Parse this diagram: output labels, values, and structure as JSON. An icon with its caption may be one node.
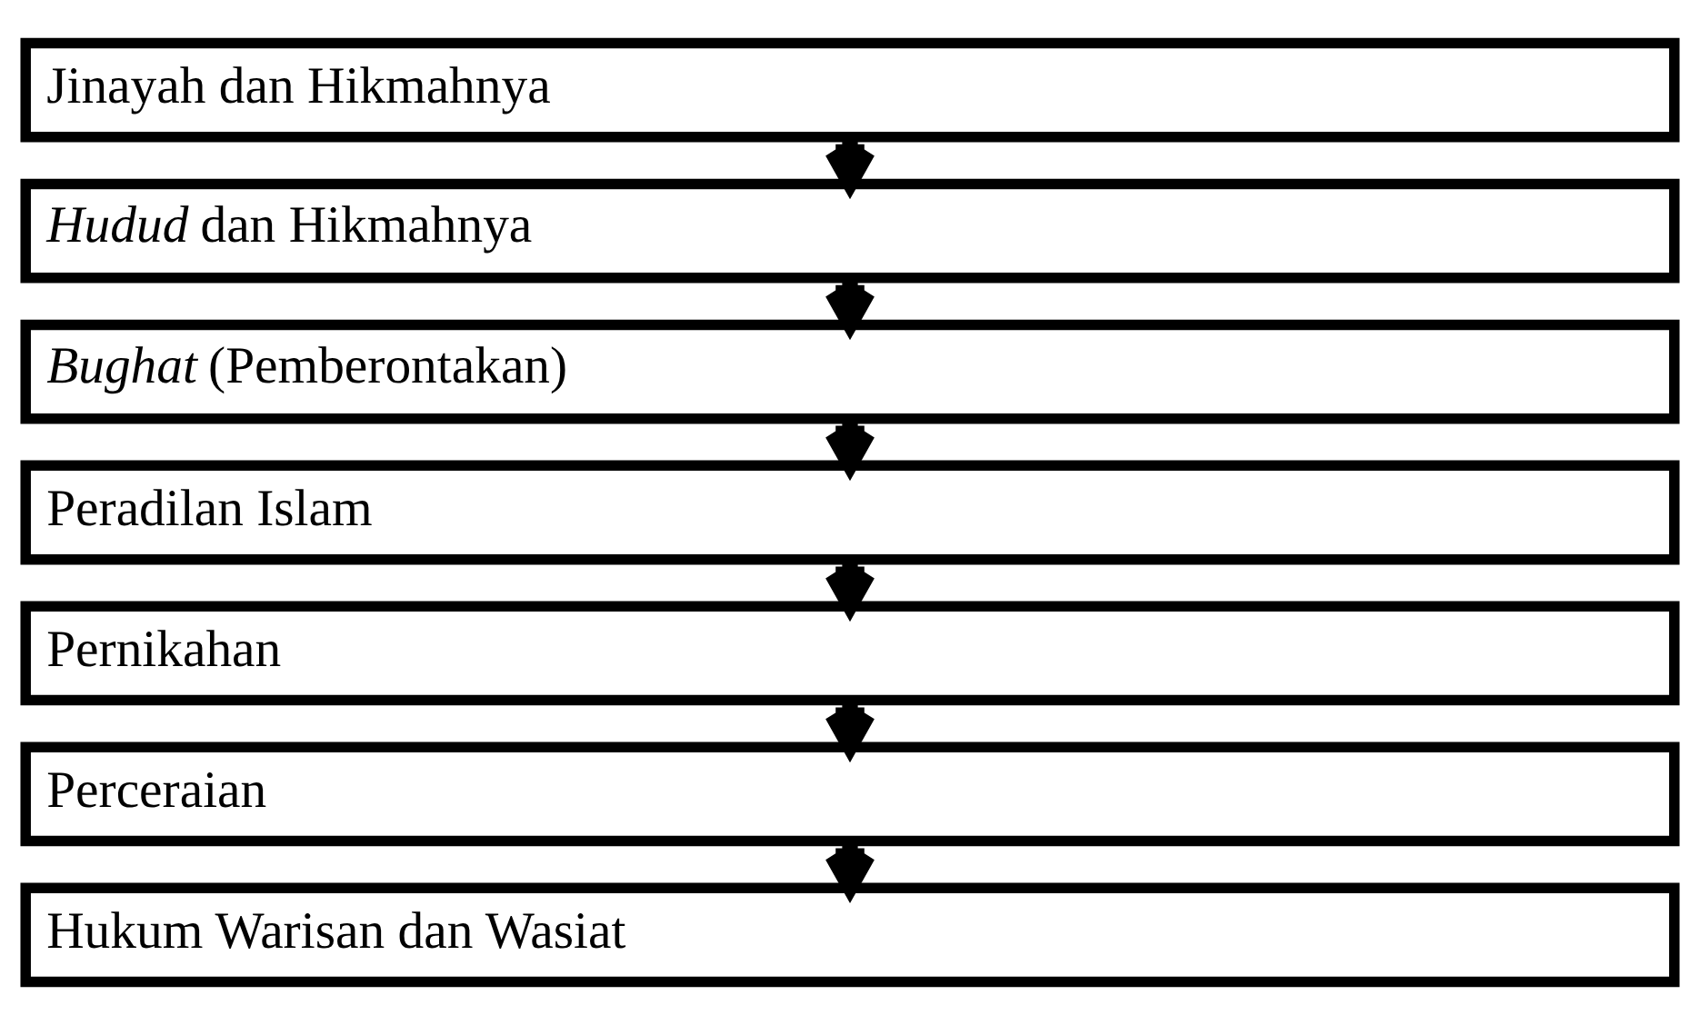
{
  "diagram": {
    "nodes": [
      {
        "text": [
          "Jinayah dan Hikmahnya"
        ]
      },
      {
        "text": [
          "*Hudud* dan Hikmahnya"
        ]
      },
      {
        "text": [
          "*Bughat* (Pemberontakan)"
        ]
      },
      {
        "text": [
          "Peradilan Islam"
        ]
      },
      {
        "text": [
          "Pernikahan"
        ]
      },
      {
        "text": [
          "Perceraian"
        ]
      },
      {
        "text": [
          "Hukum Warisan dan Wasiat"
        ]
      }
    ],
    "edges": [
      {
        "from": 0,
        "to": 1,
        "arrow": "to"
      },
      {
        "from": 1,
        "to": 2,
        "arrow": "to"
      },
      {
        "from": 2,
        "to": 3,
        "arrow": "to"
      },
      {
        "from": 3,
        "to": 4,
        "arrow": "to"
      },
      {
        "from": 4,
        "to": 5,
        "arrow": "to"
      },
      {
        "from": 5,
        "to": 6,
        "arrow": "to"
      }
    ]
  }
}
